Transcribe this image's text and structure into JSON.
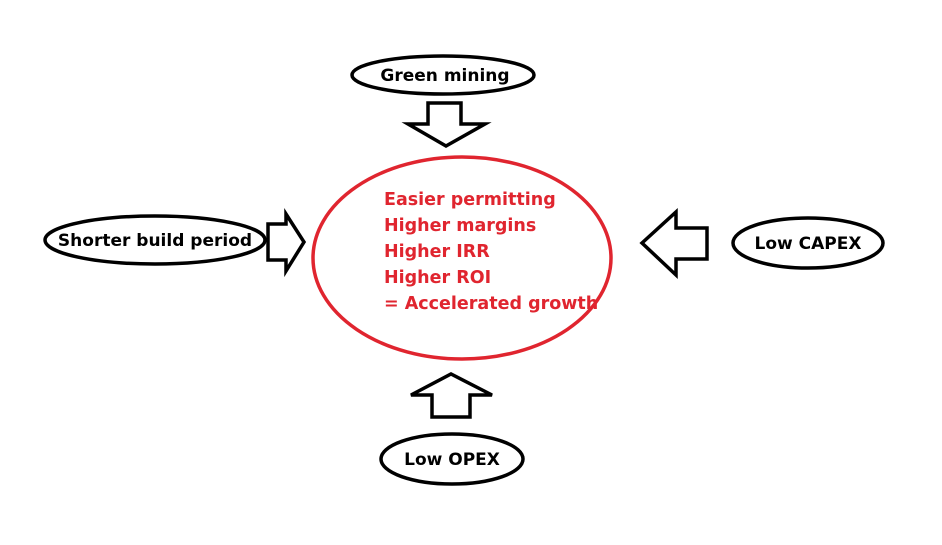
{
  "colors": {
    "outline": "#000000",
    "center_outline": "#e0252f",
    "center_text": "#e0252f",
    "background": "#ffffff"
  },
  "nodes": {
    "top": {
      "label": "Green mining"
    },
    "left": {
      "label": "Shorter build period"
    },
    "right": {
      "label": "Low CAPEX"
    },
    "bottom": {
      "label": "Low OPEX"
    }
  },
  "center": {
    "lines": [
      "Easier permitting",
      "Higher margins",
      "Higher IRR",
      "Higher ROI",
      "= Accelerated growth"
    ]
  },
  "arrows": {
    "top": {
      "direction": "down"
    },
    "left": {
      "direction": "right"
    },
    "right": {
      "direction": "left"
    },
    "bottom": {
      "direction": "up"
    }
  }
}
